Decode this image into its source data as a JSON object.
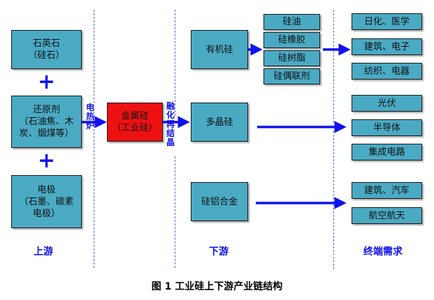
{
  "upstream": {
    "items": [
      {
        "label": "石英石\n（硅石）"
      },
      {
        "label": "还原剂\n（石油焦、木\n炭、烟煤等）"
      },
      {
        "label": "电极\n（石墨、碳素\n电极）"
      }
    ],
    "plus_symbol": "+",
    "section_label": "上游"
  },
  "process": {
    "furnace_label": "电热炉",
    "product": {
      "label": "金属硅\n（工业硅）"
    },
    "recrystallize_label": "融化再结晶"
  },
  "downstream": {
    "items": [
      {
        "label": "有机硅"
      },
      {
        "label": "多晶硅"
      },
      {
        "label": "硅铝合金"
      }
    ],
    "organosilicon_products": [
      {
        "label": "硅油"
      },
      {
        "label": "硅橡胶"
      },
      {
        "label": "硅树脂"
      },
      {
        "label": "硅偶联剂"
      }
    ],
    "section_label": "下游"
  },
  "end_demand": {
    "groups": [
      [
        {
          "label": "日化、医学"
        },
        {
          "label": "建筑、电子"
        },
        {
          "label": "纺织、电器"
        }
      ],
      [
        {
          "label": "光伏"
        },
        {
          "label": "半导体"
        },
        {
          "label": "集成电路"
        }
      ],
      [
        {
          "label": "建筑、汽车"
        },
        {
          "label": "航空航天"
        }
      ]
    ],
    "section_label": "终端需求"
  },
  "caption": "图 1  工业硅上下游产业链结构",
  "colors": {
    "box": "#4aaac4",
    "product_box": "#ee1111",
    "arrow": "#1111ee",
    "divider": "#5566dd"
  }
}
